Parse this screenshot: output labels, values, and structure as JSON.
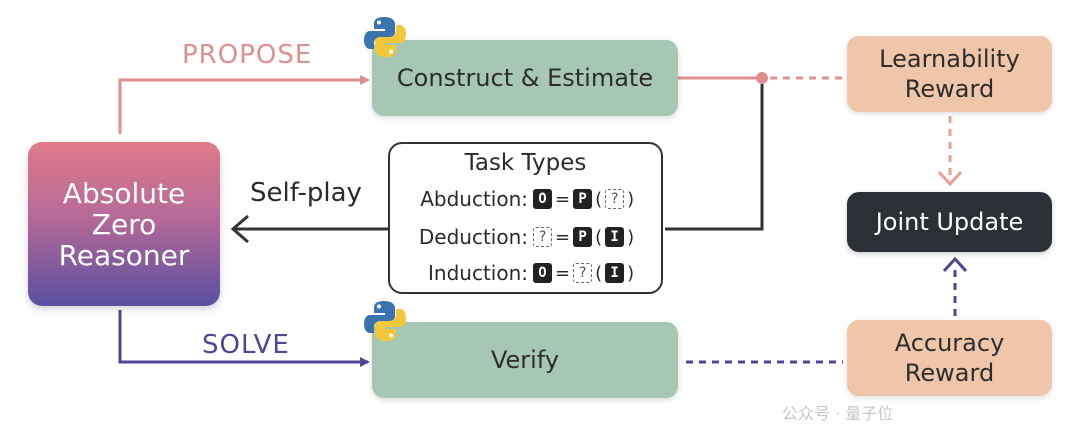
{
  "nodes": {
    "azr": "Absolute Zero Reasoner",
    "construct": "Construct & Estimate",
    "verify": "Verify",
    "learnability": "Learnability Reward",
    "accuracy": "Accuracy Reward",
    "joint": "Joint Update"
  },
  "edges": {
    "propose": "PROPOSE",
    "solve": "SOLVE",
    "selfplay": "Self-play"
  },
  "task_types": {
    "title": "Task Types",
    "rows": [
      {
        "name": "Abduction:",
        "formula": [
          "O",
          "=",
          "P",
          "(",
          "?",
          ")"
        ]
      },
      {
        "name": "Deduction:",
        "formula": [
          "?",
          "=",
          "P",
          "(",
          "I",
          ")"
        ]
      },
      {
        "name": "Induction:",
        "formula": [
          "O",
          "=",
          "?",
          "(",
          "I",
          ")"
        ]
      }
    ]
  },
  "icons": {
    "construct": "python-icon",
    "verify": "python-icon"
  },
  "colors": {
    "propose": "#e08f8f",
    "solve": "#4e4597",
    "green_box": "#a6c7b4",
    "peach_box": "#efc6a9",
    "joint_box": "#2b2f36"
  },
  "watermark": "公众号 · 量子位"
}
